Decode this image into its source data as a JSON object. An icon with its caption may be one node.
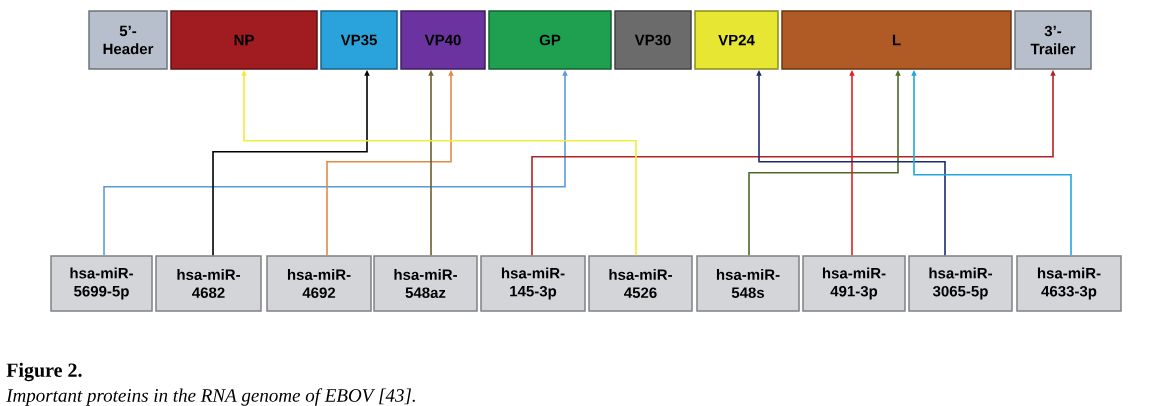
{
  "diagram": {
    "title": "Figure 2.",
    "caption": "Important proteins in the RNA genome of EBOV [43].",
    "nodes": [
      {
        "text": [
          "5’- Header"
        ]
      },
      {
        "text": [
          "NP"
        ]
      },
      {
        "text": [
          "VP35"
        ]
      },
      {
        "text": [
          "VP40"
        ]
      },
      {
        "text": [
          "GP"
        ]
      },
      {
        "text": [
          "VP30"
        ]
      },
      {
        "text": [
          "VP24"
        ]
      },
      {
        "text": [
          "L"
        ]
      },
      {
        "text": [
          "3’- Trailer"
        ]
      },
      {
        "text": [
          "hsa-miR- 5699-5p"
        ]
      },
      {
        "text": [
          "hsa-miR- 4682"
        ]
      },
      {
        "text": [
          "hsa-miR- 4692"
        ]
      },
      {
        "text": [
          "hsa-miR- 548az"
        ]
      },
      {
        "text": [
          "hsa-miR- 145-3p"
        ]
      },
      {
        "text": [
          "hsa-miR- 4526"
        ]
      },
      {
        "text": [
          "hsa-miR- 548s"
        ]
      },
      {
        "text": [
          "hsa-miR- 491-3p"
        ]
      },
      {
        "text": [
          "hsa-miR- 3065-5p"
        ]
      },
      {
        "text": [
          "hsa-miR- 4633-3p"
        ]
      }
    ],
    "edges": [
      {
        "from": 9,
        "to": 4,
        "arrow": "to",
        "color": "#5b9bd5"
      },
      {
        "from": 10,
        "to": 2,
        "arrow": "to",
        "color": "#000000"
      },
      {
        "from": 11,
        "to": 3,
        "arrow": "to",
        "color": "#e08a4a"
      },
      {
        "from": 12,
        "to": 3,
        "arrow": "to",
        "color": "#6b5e2a"
      },
      {
        "from": 13,
        "to": 8,
        "arrow": "to",
        "color": "#b22222"
      },
      {
        "from": 14,
        "to": 1,
        "arrow": "to",
        "color": "#f2ec3a"
      },
      {
        "from": 15,
        "to": 7,
        "arrow": "to",
        "color": "#4a6a2a"
      },
      {
        "from": 16,
        "to": 7,
        "arrow": "to",
        "color": "#e02020"
      },
      {
        "from": 17,
        "to": 6,
        "arrow": "to",
        "color": "#1f2a6b"
      },
      {
        "from": 18,
        "to": 7,
        "arrow": "to",
        "color": "#1fa8e0"
      }
    ]
  }
}
